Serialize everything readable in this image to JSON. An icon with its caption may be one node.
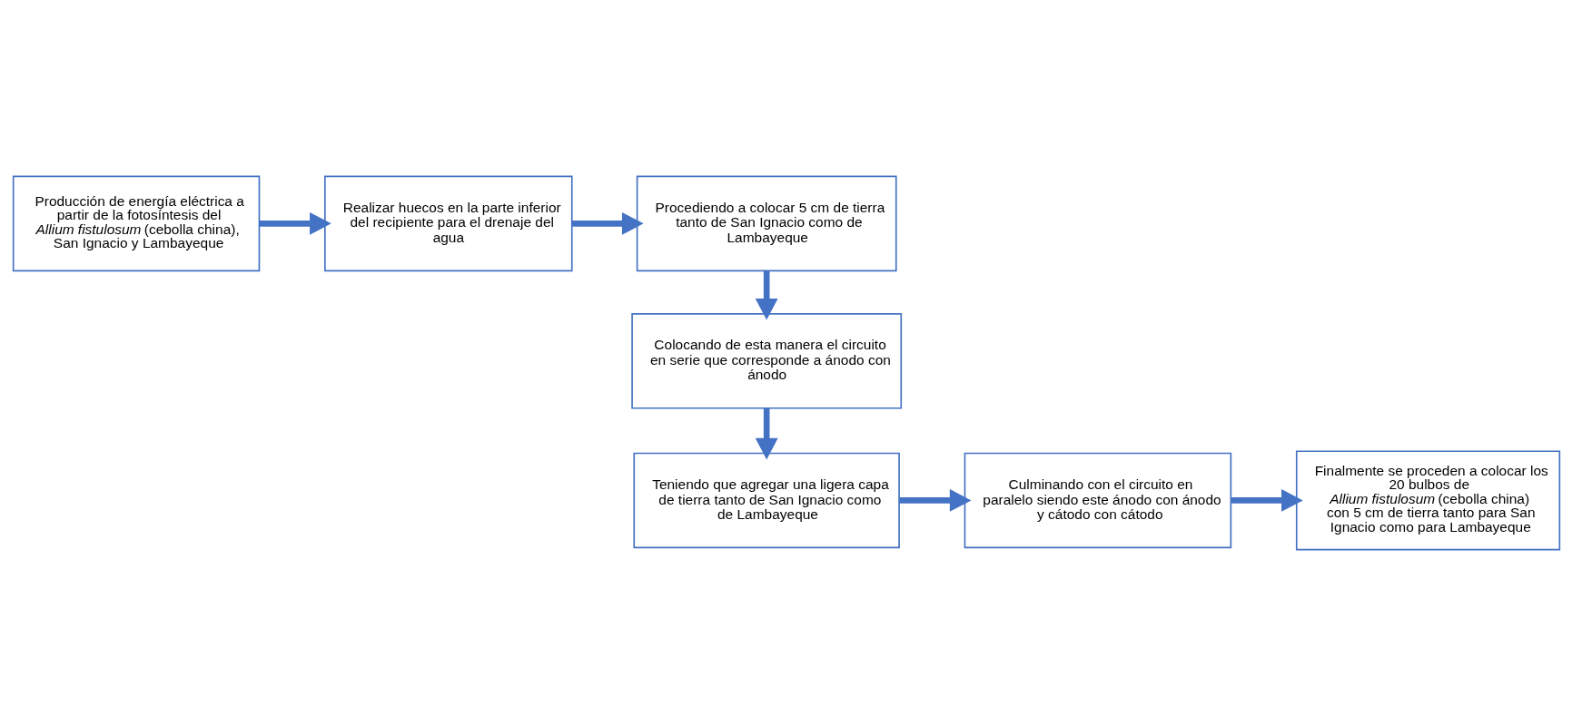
{
  "diagram": {
    "nodes": [
      {
        "text": [
          "Producción de energía eléctrica a partir de la fotosíntesis del *Allium fistulosum* (cebolla china), San Ignacio y Lambayeque"
        ]
      },
      {
        "text": [
          "Realizar huecos en la parte inferior del recipiente para el drenaje del agua"
        ]
      },
      {
        "text": [
          "Procediendo a colocar 5 cm de tierra tanto de San Ignacio como de Lambayeque"
        ]
      },
      {
        "text": [
          "Colocando de esta manera el circuito en serie que corresponde a ánodo con ánodo"
        ]
      },
      {
        "text": [
          "Teniendo que agregar una ligera capa de tierra tanto de San Ignacio como de Lambayeque"
        ]
      },
      {
        "text": [
          "Culminando con el circuito en paralelo siendo este ánodo con ánodo y cátodo con cátodo"
        ]
      },
      {
        "text": [
          "Finalmente se proceden a colocar los 20 bulbos de *Allium fistulosum* (cebolla china) con 5 cm de tierra tanto para San Ignacio como para Lambayeque"
        ]
      }
    ],
    "edges": [
      {
        "from": 0,
        "to": 1,
        "arrow": "to"
      },
      {
        "from": 1,
        "to": 2,
        "arrow": "to"
      },
      {
        "from": 2,
        "to": 3,
        "arrow": "to"
      },
      {
        "from": 3,
        "to": 4,
        "arrow": "to"
      },
      {
        "from": 4,
        "to": 5,
        "arrow": "to"
      },
      {
        "from": 5,
        "to": 6,
        "arrow": "to"
      }
    ]
  }
}
